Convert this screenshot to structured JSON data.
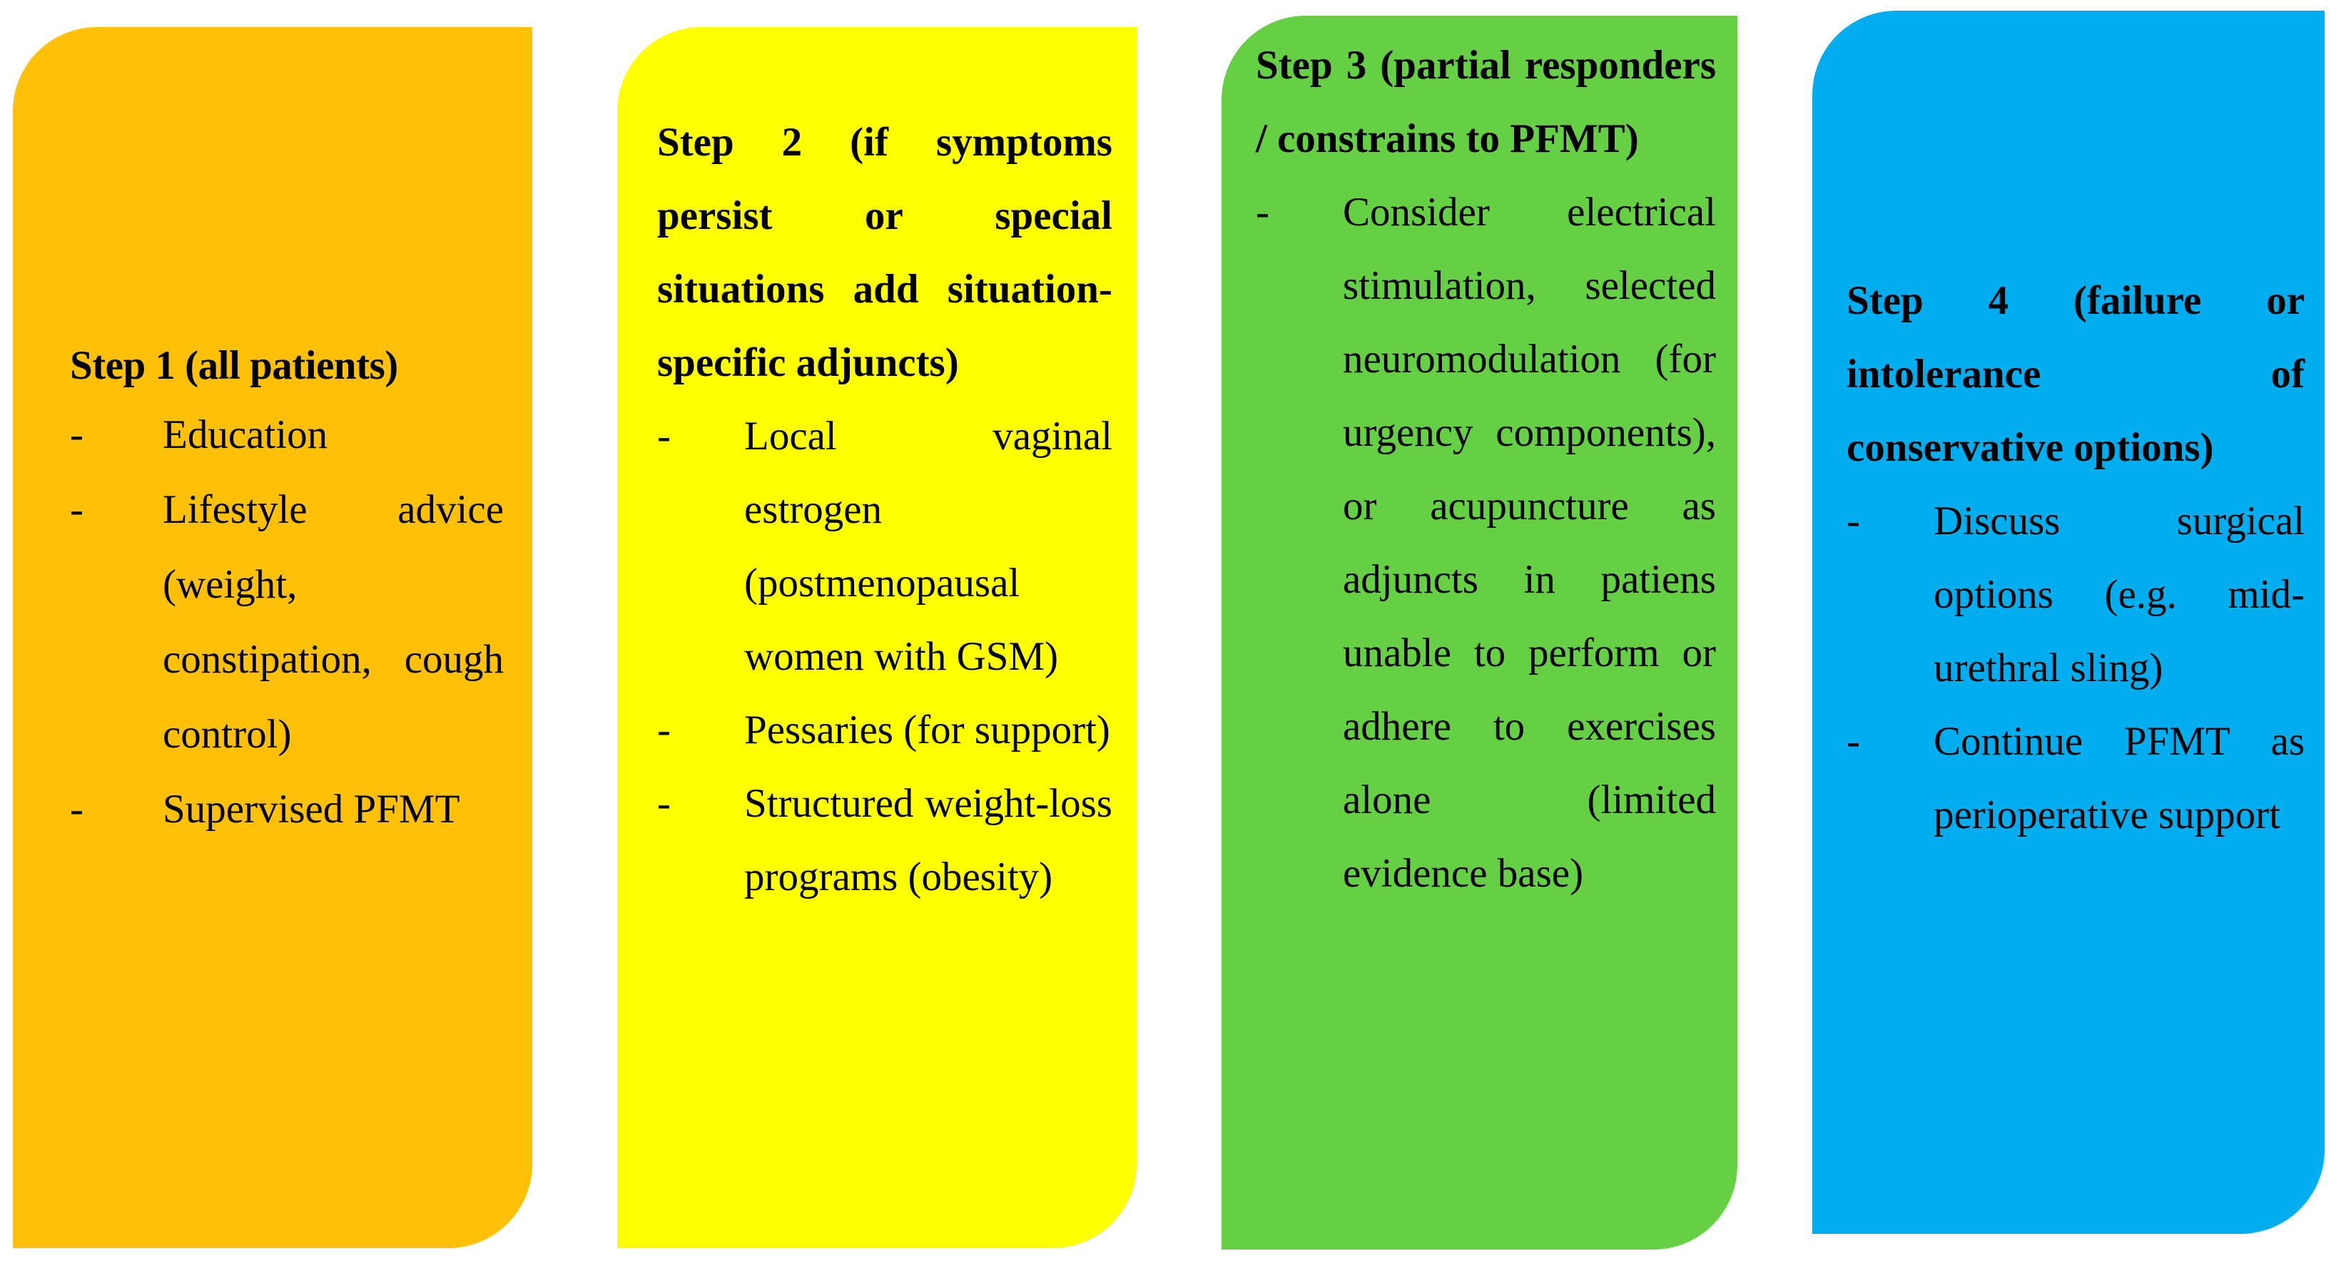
{
  "diagram": {
    "type": "stepped-care-pathway",
    "background_color": "#FFFFFF",
    "cards": [
      {
        "id": "step-1",
        "color": "#FFC107",
        "color_name": "orange",
        "title": "Step 1 (all patients)",
        "bullet_marker": "-",
        "bullets": [
          "Education",
          "Lifestyle advice (weight, constipation, cough control)",
          "Supervised PFMT"
        ]
      },
      {
        "id": "step-2",
        "color": "#FFFF00",
        "color_name": "yellow",
        "title": "Step 2 (if symptoms persist or special situations add situation-specific adjuncts)",
        "bullet_marker": "-",
        "bullets": [
          "Local vaginal estrogen (postmenopausal women with GSM)",
          "Pessaries (for support)",
          "Structured weight-loss programs (obesity)"
        ]
      },
      {
        "id": "step-3",
        "color": "#65D043",
        "color_name": "green",
        "title": "Step 3 (partial responders / constrains to PFMT)",
        "bullet_marker": "-",
        "bullets": [
          "Consider electrical stimulation, selected neuromodulation (for urgency components), or acupuncture as adjuncts in patiens unable to perform or adhere to exercises alone (limited evidence base)"
        ]
      },
      {
        "id": "step-4",
        "color": "#00AEEF",
        "color_name": "blue",
        "title": "Step 4 (failure or intolerance of conservative options)",
        "bullet_marker": "-",
        "bullets": [
          "Discuss surgical options (e.g. mid-urethral sling)",
          "Continue PFMT as perioperative support"
        ]
      }
    ]
  }
}
